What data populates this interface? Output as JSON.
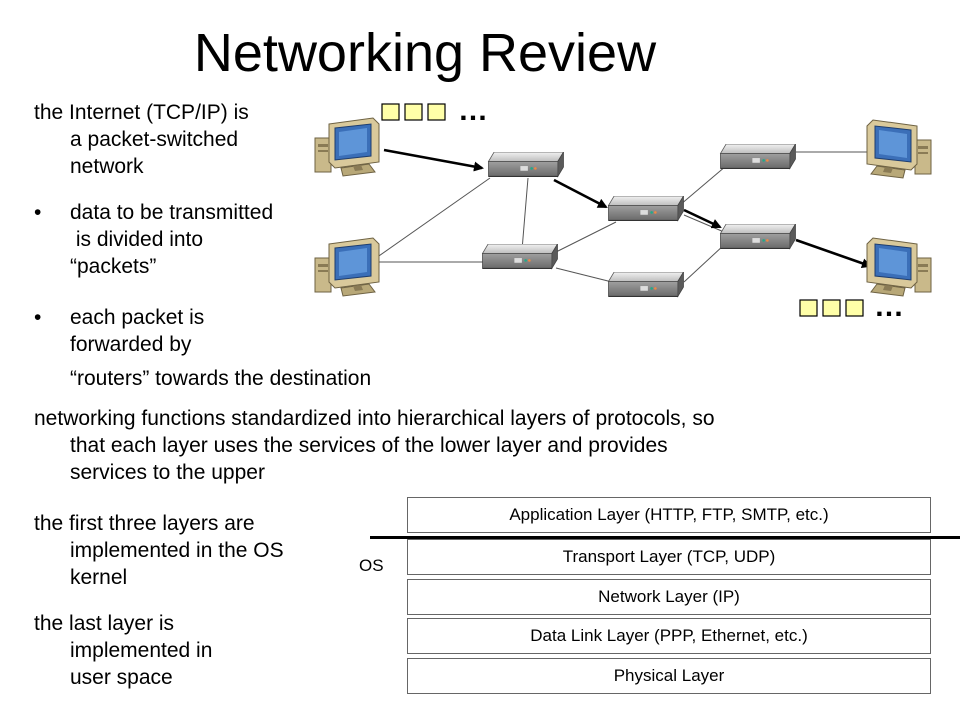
{
  "title": "Networking Review",
  "intro": {
    "line1": "the Internet (TCP/IP) is",
    "line2": "a packet-switched",
    "line3": "network"
  },
  "bullets": [
    {
      "symbol": "•",
      "lines": [
        "data to be transmitted",
        " is divided into",
        "“packets”"
      ]
    },
    {
      "symbol": "•",
      "lines": [
        "each packet is",
        "forwarded by",
        "“routers” towards the destination"
      ]
    }
  ],
  "layers_text": {
    "line1": "networking functions standardized into hierarchical layers of protocols, so",
    "line2": "that each layer uses the services of the lower layer and provides",
    "line3": "services to the upper"
  },
  "os_text": {
    "line1": "the first three layers are",
    "line2": "implemented in the OS",
    "line3": "kernel"
  },
  "user_text": {
    "line1": "the last layer is",
    "line2": "implemented in",
    "line3": "user space"
  },
  "stack": {
    "os_label": "OS",
    "layers": [
      "Application Layer  (HTTP, FTP, SMTP, etc.)",
      "Transport Layer  (TCP, UDP)",
      "Network Layer  (IP)",
      "Data Link Layer  (PPP, Ethernet, etc.)",
      "Physical Layer"
    ]
  },
  "diagram": {
    "ellipsis_top": "…",
    "ellipsis_bottom": "…",
    "packet_color": "#ffffa8",
    "icons": [
      "computer-icon",
      "router-icon",
      "packet-icon"
    ]
  }
}
